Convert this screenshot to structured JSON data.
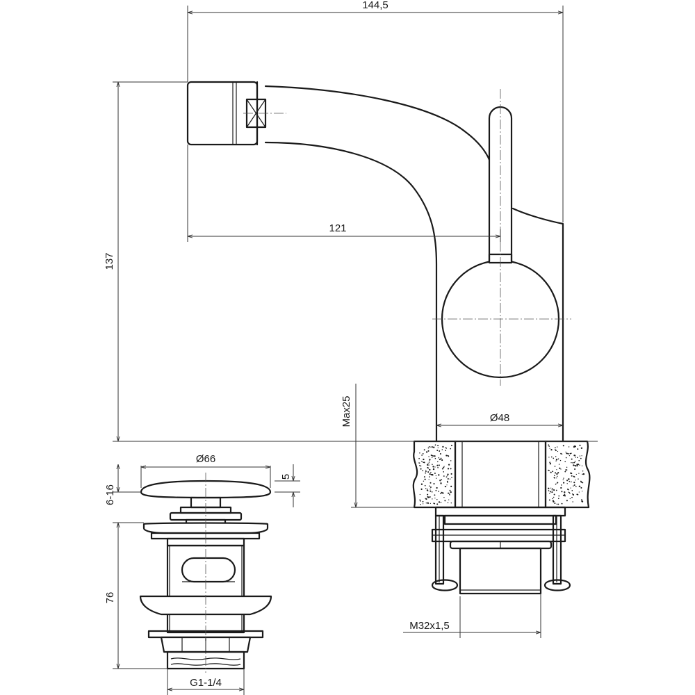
{
  "dimensions": {
    "overall_width": "144,5",
    "spout_reach": "121",
    "overall_height": "137",
    "base_diameter": "Ø48",
    "max_counter_thickness": "Max25",
    "thread": "M32x1,5",
    "waste_cap_diameter": "Ø66",
    "waste_cap_height": "5",
    "waste_range": "6-16",
    "waste_body_length": "76",
    "waste_thread": "G1-1/4"
  }
}
